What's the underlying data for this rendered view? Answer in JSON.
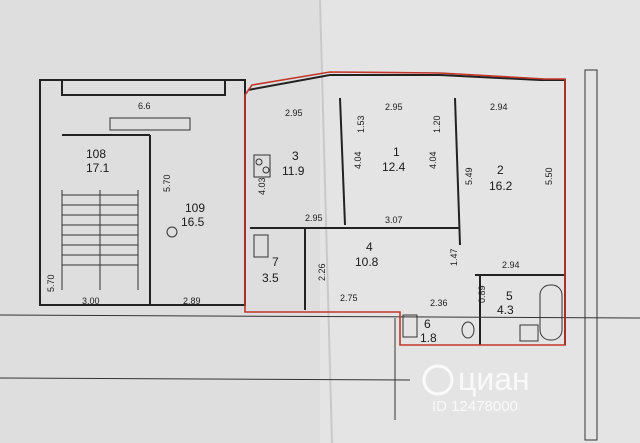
{
  "rooms": [
    {
      "id": "r108",
      "number": "108",
      "area": "17.1"
    },
    {
      "id": "r109",
      "number": "109",
      "area": "16.5"
    },
    {
      "id": "r3",
      "number": "3",
      "area": "11.9"
    },
    {
      "id": "r1",
      "number": "1",
      "area": "12.4"
    },
    {
      "id": "r2",
      "number": "2",
      "area": "16.2"
    },
    {
      "id": "r4",
      "number": "4",
      "area": "10.8"
    },
    {
      "id": "r7",
      "number": "7",
      "area": "3.5"
    },
    {
      "id": "r5",
      "number": "5",
      "area": "4.3"
    },
    {
      "id": "r6",
      "number": "6",
      "area": "1.8"
    }
  ],
  "dimensions": [
    "6.6",
    "2.95",
    "2.95",
    "2.94",
    "1.53",
    "1.20",
    "4.04",
    "4.04",
    "4.03",
    "5.49",
    "5.50",
    "5.70",
    "5.70",
    "3.00",
    "2.89",
    "2.95",
    "3.07",
    "1.47",
    "2.94",
    "2.26",
    "2.75",
    "2.36",
    "0.89"
  ],
  "watermark": {
    "brand": "циан",
    "id": "ID 12478000"
  },
  "colors": {
    "paper": "#dcdcdc",
    "line": "#222222",
    "outline": "#c2362c"
  }
}
